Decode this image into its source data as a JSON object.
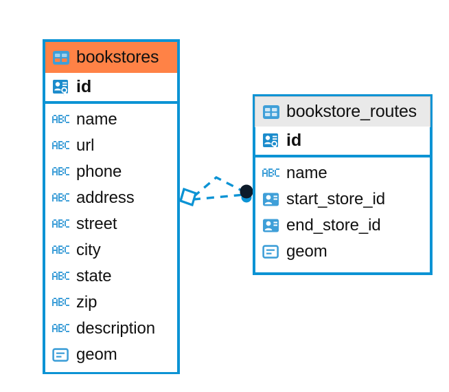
{
  "diagram": {
    "title": "Database schema relationship diagram",
    "colors": {
      "border_blue": "#0c93d4",
      "header_accent": "#ff8246",
      "header_neutral": "#e9e9e9",
      "icon_blue": "#3f9fd8",
      "icon_solid_blue": "#3f9fd8",
      "link_blue": "#0c93d4",
      "link_node_dark": "#0d1b2a",
      "text": "#111111",
      "background": "#ffffff"
    }
  },
  "entities": [
    {
      "name": "bookstores",
      "header_icon": "table-icon",
      "header_style": "accent",
      "primary_key": {
        "label": "id",
        "icon": "primary-key-icon"
      },
      "attributes": [
        {
          "label": "name",
          "icon": "abc-text-icon"
        },
        {
          "label": "url",
          "icon": "abc-text-icon"
        },
        {
          "label": "phone",
          "icon": "abc-text-icon"
        },
        {
          "label": "address",
          "icon": "abc-text-icon"
        },
        {
          "label": "street",
          "icon": "abc-text-icon"
        },
        {
          "label": "city",
          "icon": "abc-text-icon"
        },
        {
          "label": "state",
          "icon": "abc-text-icon"
        },
        {
          "label": "zip",
          "icon": "abc-text-icon"
        },
        {
          "label": "description",
          "icon": "abc-text-icon"
        },
        {
          "label": "geom",
          "icon": "geometry-icon"
        }
      ]
    },
    {
      "name": "bookstore_routes",
      "header_icon": "table-icon",
      "header_style": "neutral",
      "primary_key": {
        "label": "id",
        "icon": "primary-key-icon"
      },
      "attributes": [
        {
          "label": "name",
          "icon": "abc-text-icon"
        },
        {
          "label": "start_store_id",
          "icon": "foreign-key-icon"
        },
        {
          "label": "end_store_id",
          "icon": "foreign-key-icon"
        },
        {
          "label": "geom",
          "icon": "geometry-icon"
        }
      ]
    }
  ],
  "relationship": {
    "from_entity": "bookstores",
    "to_entity": "bookstore_routes",
    "style": "dashed",
    "source_marker": "diamond-marker",
    "target_marker": "filled-circle-marker"
  }
}
